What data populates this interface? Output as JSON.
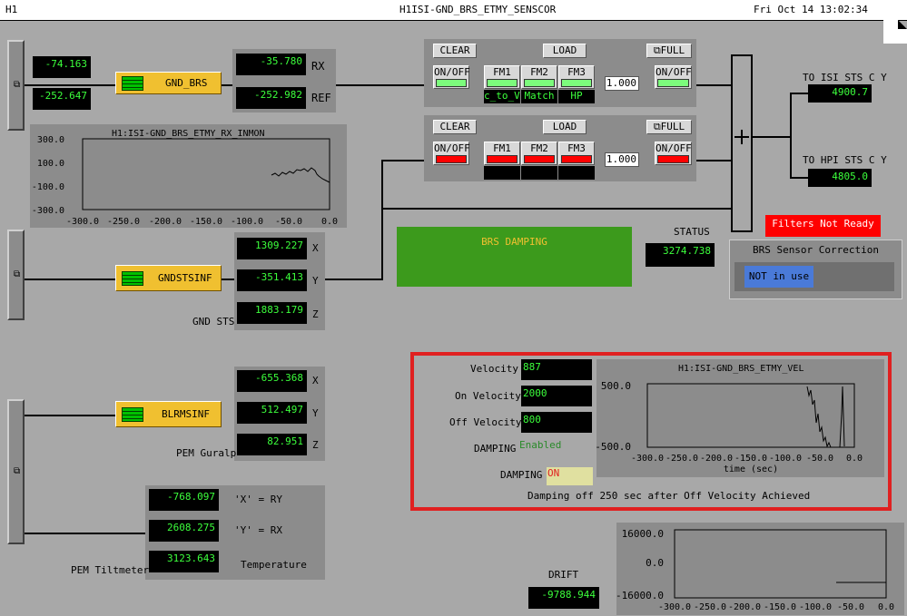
{
  "titlebar": {
    "left": "H1",
    "center": "H1ISI-GND_BRS_ETMY_SENSCOR",
    "right": "Fri Oct 14 13:02:34"
  },
  "rx_block": {
    "in1": "-74.163",
    "in2": "-252.647",
    "button": "GND_BRS",
    "out1": "-35.780",
    "out2": "-252.982",
    "out1_label": "RX",
    "out2_label": "REF"
  },
  "plot_rx": {
    "title": "H1:ISI-GND_BRS_ETMY_RX_INMON",
    "yticks": [
      "300.0",
      "100.0",
      "-100.0",
      "-300.0"
    ],
    "xticks": [
      "-300.0",
      "-250.0",
      "-200.0",
      "-150.0",
      "-100.0",
      "-50.0",
      "0.0"
    ]
  },
  "filter1": {
    "clear": "CLEAR",
    "load": "LOAD",
    "full": "FULL",
    "onoff_in": "ON/OFF",
    "onoff_out": "ON/OFF",
    "fm1": "FM1",
    "fm2": "FM2",
    "fm3": "FM3",
    "fm1_name": "c_to_Ve",
    "fm2_name": "Match",
    "fm3_name": "HP",
    "gain": "1.000"
  },
  "filter2": {
    "clear": "CLEAR",
    "load": "LOAD",
    "full": "FULL",
    "onoff_in": "ON/OFF",
    "onoff_out": "ON/OFF",
    "fm1": "FM1",
    "fm2": "FM2",
    "fm3": "FM3",
    "gain": "1.000"
  },
  "outputs": {
    "isi_label": "TO ISI STS C Y",
    "isi_value": "4900.7",
    "hpi_label": "TO HPI STS C Y",
    "hpi_value": "4805.0"
  },
  "status": {
    "filters_not_ready": "Filters Not Ready",
    "brs_damping": "BRS DAMPING",
    "status_label": "STATUS",
    "status_value": "3274.738",
    "correction_title": "BRS Sensor Correction",
    "correction_state": "NOT in use"
  },
  "gndsts": {
    "button": "GNDSTSINF",
    "x": "1309.227",
    "y": "-351.413",
    "z": "1883.179",
    "x_label": "X",
    "y_label": "Y",
    "z_label": "Z",
    "caption": "GND STS"
  },
  "guralp": {
    "button": "BLRMSINF",
    "x": "-655.368",
    "y": "512.497",
    "z": "82.951",
    "x_label": "X",
    "y_label": "Y",
    "z_label": "Z",
    "caption": "PEM Guralp"
  },
  "tiltmeter": {
    "x": "-768.097",
    "y": "2608.275",
    "temp": "3123.643",
    "x_label": "'X' = RY",
    "y_label": "'Y' = RX",
    "temp_label": "Temperature",
    "caption": "PEM Tiltmeter"
  },
  "damping": {
    "velocity_label": "Velocity",
    "velocity": "887",
    "on_velocity_label": "On Velocity",
    "on_velocity": "2000",
    "off_velocity_label": "Off Velocity",
    "off_velocity": "800",
    "damping_label1": "DAMPING",
    "damping_state": "Enabled",
    "damping_label2": "DAMPING",
    "damping_on": "ON",
    "note": "Damping off 250 sec after Off Velocity Achieved"
  },
  "plot_vel": {
    "title": "H1:ISI-GND_BRS_ETMY_VEL",
    "yticks": [
      "500.0",
      "-500.0"
    ],
    "xticks": [
      "-300.0",
      "-250.0",
      "-200.0",
      "-150.0",
      "-100.0",
      "-50.0",
      "0.0"
    ],
    "xlabel": "time (sec)"
  },
  "drift": {
    "label": "DRIFT",
    "value": "-9788.944",
    "yticks": [
      "16000.0",
      "0.0",
      "-16000.0"
    ],
    "xticks": [
      "-300.0",
      "-250.0",
      "-200.0",
      "-150.0",
      "-100.0",
      "-50.0",
      "0.0"
    ]
  },
  "colors": {
    "background": "#a8a8a8",
    "readout": "#3cff3c",
    "alarm": "#ff0000",
    "damping_panel": "#3c9a1c",
    "button_yellow": "#f0c030"
  }
}
